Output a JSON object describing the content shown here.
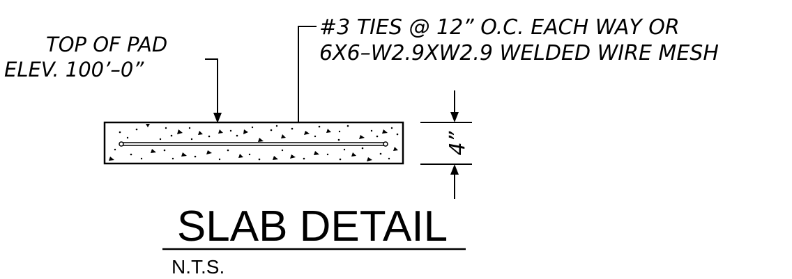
{
  "top_of_pad": {
    "line1": "TOP OF PAD",
    "line2": "ELEV. 100’–0”"
  },
  "ties_note": {
    "line1": "#3 TIES @ 12” O.C. EACH WAY OR",
    "line2": "6X6–W2.9XW2.9 WELDED WIRE MESH"
  },
  "dimension": {
    "label": "4”"
  },
  "title": {
    "main": "SLAB DETAIL",
    "scale": "N.T.S."
  }
}
